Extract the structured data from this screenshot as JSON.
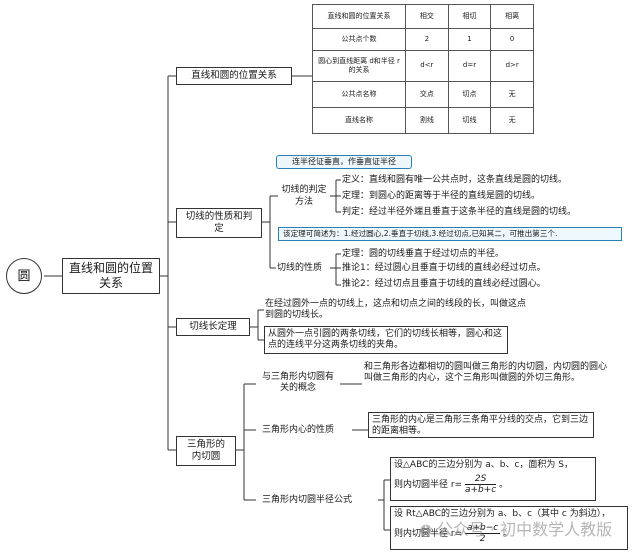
{
  "root": {
    "circle_label": "圆",
    "main_title": "直线和圆的位置关系"
  },
  "branches": {
    "b1": "直线和圆的位置关系",
    "b2": "切线的性质和判定",
    "b3": "切线长定理",
    "b4": "三角形的内切圆"
  },
  "table": {
    "header": [
      "直线和圆的位置关系",
      "相交",
      "相切",
      "相离"
    ],
    "rows": [
      [
        "公共点个数",
        "2",
        "1",
        "0"
      ],
      [
        "圆心到直线距离 d和半径 r的关系",
        "d<r",
        "d=r",
        "d>r"
      ],
      [
        "公共点名称",
        "交点",
        "切点",
        "无"
      ],
      [
        "直线名称",
        "割线",
        "切线",
        "无"
      ]
    ]
  },
  "tangent": {
    "proof_tip": "连半径证垂直，作垂直证半径",
    "judge_label": "切线的判定方法",
    "judge_items": [
      "定义：直线和圆有唯一公共点时，这条直线是圆的切线。",
      "定理：到圆心的距离等于半径的直线是圆的切线。",
      "判定：经过半径外端且垂直于这条半径的直线是圆的切线。"
    ],
    "blue_note": "该定理可简述为：1.经过圆心,2.垂直于切线,3.经过切点,已知其二，可推出第三个.",
    "prop_label": "切线的性质",
    "prop_items": [
      "定理：圆的切线垂直于经过切点的半径。",
      "推论1：经过圆心且垂直于切线的直线必经过切点。",
      "推论2：经过切点且垂直于切线的直线必经过圆心。"
    ]
  },
  "tangent_length": {
    "definition": "在经过圆外一点的切线上，这点和切点之间的线段的长，叫做这点到圆的切线长。",
    "theorem": "从圆外一点引圆的两条切线，它们的切线长相等，圆心和这点的连线平分这两条切线的夹角。"
  },
  "incircle": {
    "concept_label": "与三角形内切圆有关的概念",
    "concept_text": "和三角形各边都相切的圆叫做三角形的内切圆，内切圆的圆心叫做三角形的内心，这个三角形叫做圆的外切三角形。",
    "incenter_label": "三角形内心的性质",
    "incenter_text": "三角形的内心是三角形三条角平分线的交点，它到三边的距离相等。",
    "radius_label": "三角形内切圆半径公式",
    "formula1_text": "设△ABC的三边分别为 a、b、c，面积为 S，",
    "formula1_prefix": "则内切圆半径 r=",
    "formula1_num": "2S",
    "formula1_den": "a+b+c",
    "formula1_suffix": "。",
    "formula2_text": "设 Rt△ABC的三边分别为 a、b、c（其中 c 为斜边），",
    "formula2_prefix": "则内切圆半径 r=",
    "formula2_num": "a+b−c",
    "formula2_den": "2",
    "formula2_suffix": "。"
  },
  "watermark": "公众号 · 初中数学人教版"
}
